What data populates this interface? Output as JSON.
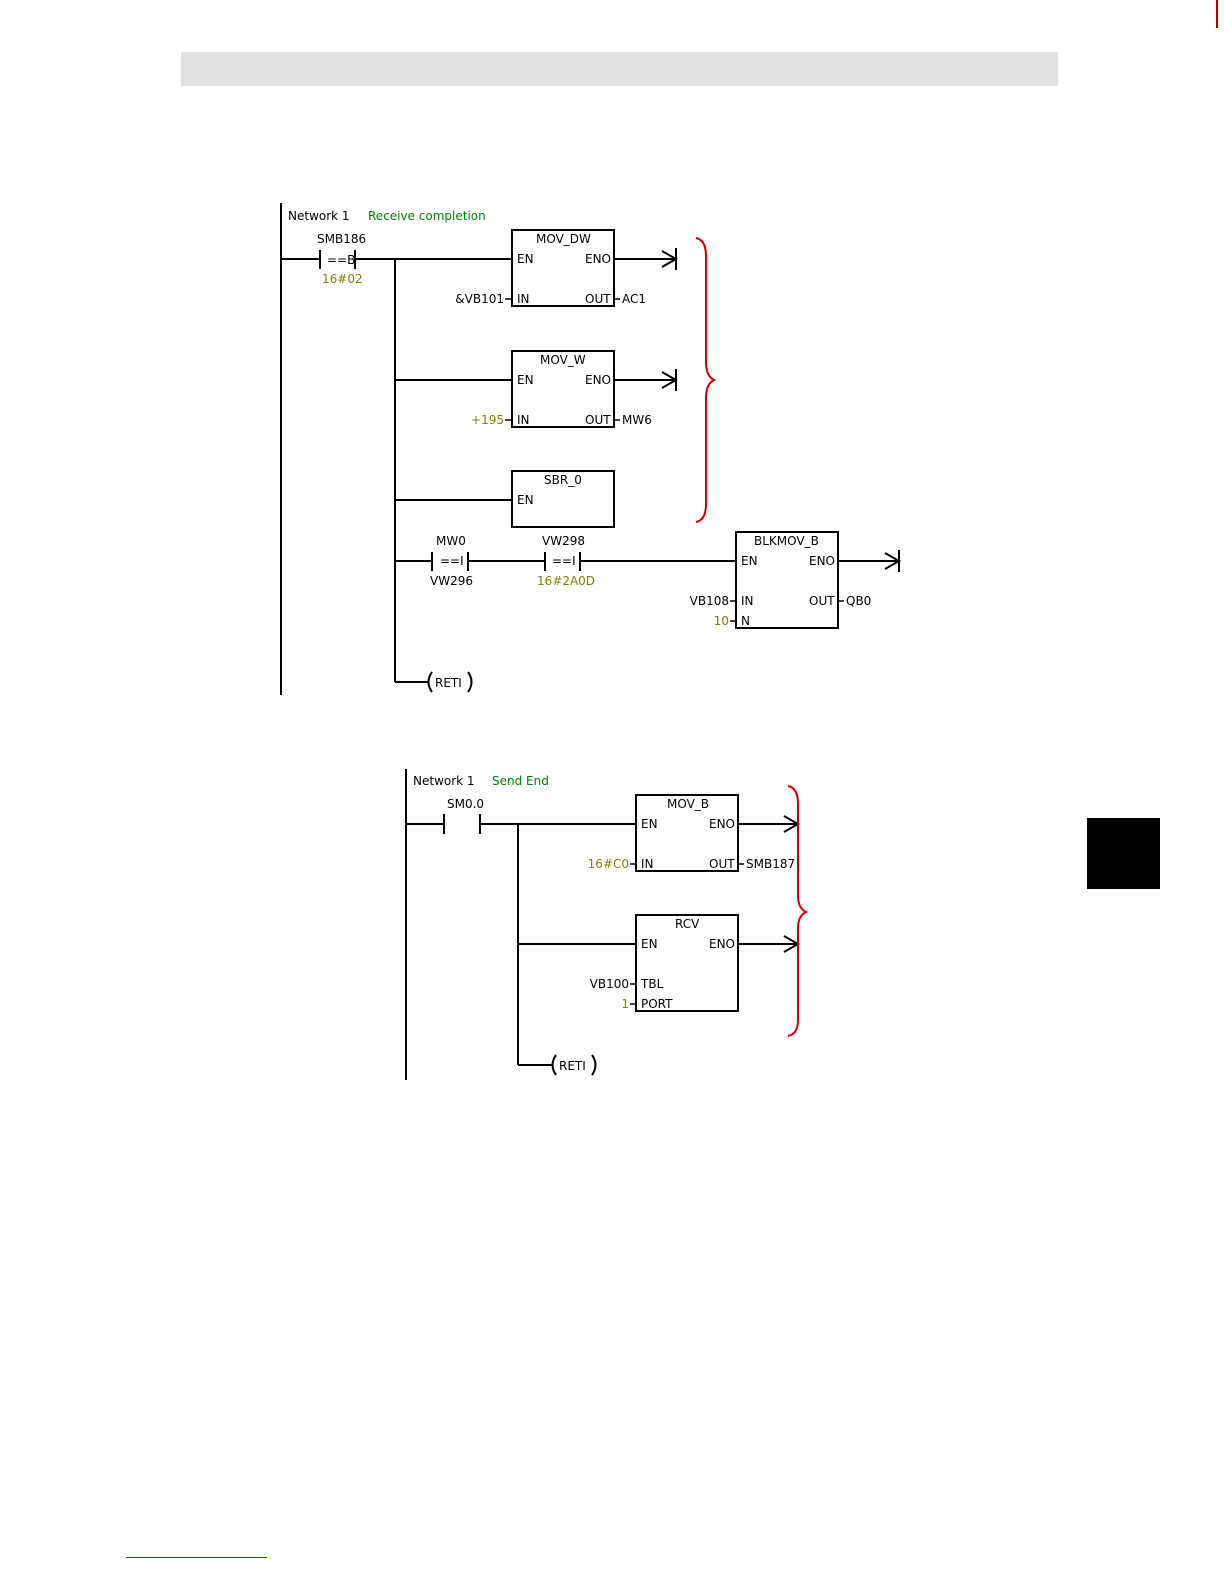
{
  "colors": {
    "comment": "#008000",
    "constant": "#7f7f00",
    "brace": "#d40000"
  },
  "network1": {
    "label": "Network 1",
    "comment": "Receive completion",
    "contact": {
      "addr": "SMB186",
      "op": "==B",
      "value": "16#02"
    },
    "mov_dw": {
      "title": "MOV_DW",
      "en": "EN",
      "eno": "ENO",
      "in_pin": "IN",
      "out_pin": "OUT",
      "in": "&VB101",
      "out": "AC1"
    },
    "mov_w": {
      "title": "MOV_W",
      "en": "EN",
      "eno": "ENO",
      "in_pin": "IN",
      "out_pin": "OUT",
      "in": "+195",
      "out": "MW6"
    },
    "sbr": {
      "title": "SBR_0",
      "en": "EN"
    },
    "cmp1": {
      "addr": "MW0",
      "op": "==I",
      "value": "VW296"
    },
    "cmp2": {
      "addr": "VW298",
      "op": "==I",
      "value": "16#2A0D"
    },
    "blkmov": {
      "title": "BLKMOV_B",
      "en": "EN",
      "eno": "ENO",
      "in_pin": "IN",
      "out_pin": "OUT",
      "n_pin": "N",
      "in": "VB108",
      "out": "QB0",
      "n": "10"
    },
    "coil": "RETI"
  },
  "network2": {
    "label": "Network 1",
    "comment": "Send End",
    "contact": {
      "addr": "SM0.0"
    },
    "mov_b": {
      "title": "MOV_B",
      "en": "EN",
      "eno": "ENO",
      "in_pin": "IN",
      "out_pin": "OUT",
      "in": "16#C0",
      "out": "SMB187"
    },
    "rcv": {
      "title": "RCV",
      "en": "EN",
      "eno": "ENO",
      "tbl_pin": "TBL",
      "port_pin": "PORT",
      "tbl": "VB100",
      "port": "1"
    },
    "coil": "RETI"
  }
}
